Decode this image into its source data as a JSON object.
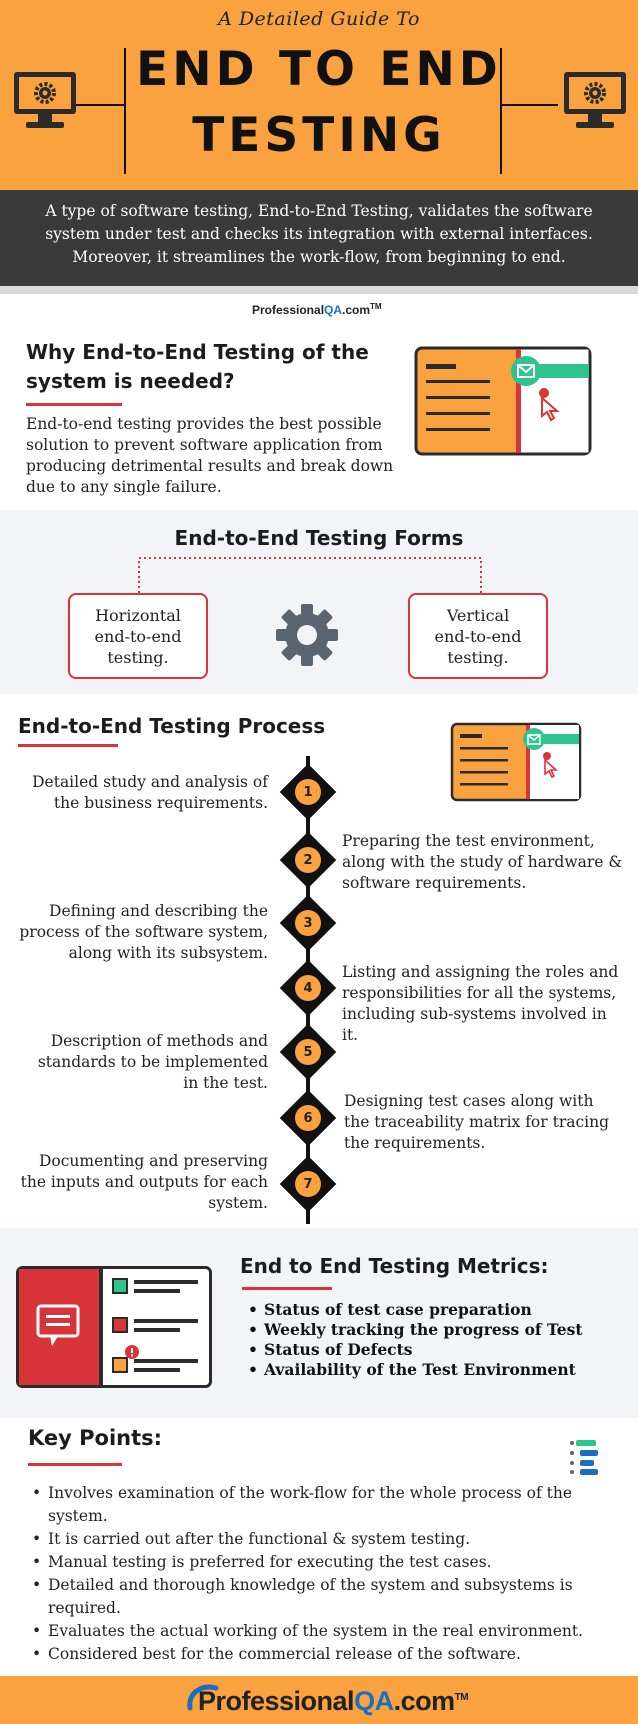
{
  "header": {
    "subtitle": "A Detailed Guide To",
    "title_line1": "END TO END",
    "title_line2": "TESTING"
  },
  "intro": {
    "line1": "A type of software testing, End-to-End Testing, validates the software",
    "line2": "system under test and checks its integration with external interfaces.",
    "line3": "Moreover, it streamlines the work-flow, from beginning to end."
  },
  "logo": {
    "brand": "Professional",
    "qa": "QA",
    "domain": ".com",
    "tm": "TM"
  },
  "why": {
    "heading_line1": "Why End-to-End Testing of the",
    "heading_line2": "system is needed?",
    "body_line1": "End-to-end testing provides the best possible",
    "body_line2": "solution to prevent software application from",
    "body_line3": "producing detrimental results and break down",
    "body_line4": "due to any single failure."
  },
  "forms": {
    "heading": "End-to-End Testing Forms",
    "horizontal": [
      "Horizontal",
      "end-to-end",
      "testing."
    ],
    "vertical": [
      "Vertical",
      "end-to-end",
      "testing."
    ]
  },
  "process": {
    "heading": "End-to-End Testing Process",
    "steps": [
      {
        "num": "1",
        "lines": [
          "Detailed study and analysis of",
          "the business requirements."
        ]
      },
      {
        "num": "2",
        "lines": [
          "Preparing the test environment,",
          "along with the study of hardware &",
          "software requirements."
        ]
      },
      {
        "num": "3",
        "lines": [
          "Defining and describing the",
          "process of the software system,",
          "along with its subsystem."
        ]
      },
      {
        "num": "4",
        "lines": [
          "Listing and assigning the roles and",
          "responsibilities for all the systems,",
          "including sub-systems involved in",
          "it."
        ]
      },
      {
        "num": "5",
        "lines": [
          "Description of methods and",
          "standards to be implemented",
          "in the test."
        ]
      },
      {
        "num": "6",
        "lines": [
          "Designing test cases along with",
          "the traceability matrix for tracing",
          "the requirements."
        ]
      },
      {
        "num": "7",
        "lines": [
          "Documenting and preserving",
          "the inputs and outputs for each",
          "system."
        ]
      }
    ]
  },
  "metrics": {
    "heading": "End to End Testing Metrics:",
    "items": [
      "Status of test case preparation",
      "Weekly tracking the progress of Test",
      "Status of Defects",
      "Availability of the Test Environment"
    ]
  },
  "key_points": {
    "heading": "Key Points:",
    "items": [
      [
        "Involves examination of the work-flow for the whole process of the",
        "system."
      ],
      [
        "It is carried out after the functional & system testing."
      ],
      [
        "Manual testing is preferred for executing the test cases."
      ],
      [
        "Detailed and thorough knowledge of the system and subsystems is",
        "required."
      ],
      [
        "Evaluates the actual working of the system in the real environment."
      ],
      [
        "Considered best for the commercial release of the software."
      ]
    ]
  },
  "colors": {
    "orange": "#f9a23f",
    "dark": "#3a3a3a",
    "red": "#d9343a",
    "green": "#2fc48d",
    "blue": "#1b6fc2",
    "panel": "#f2f4f8"
  },
  "icons": [
    "monitor-gear-icon",
    "document-click-icon",
    "gear-icon",
    "chat-icon",
    "checklist-icon",
    "flow-icon"
  ]
}
